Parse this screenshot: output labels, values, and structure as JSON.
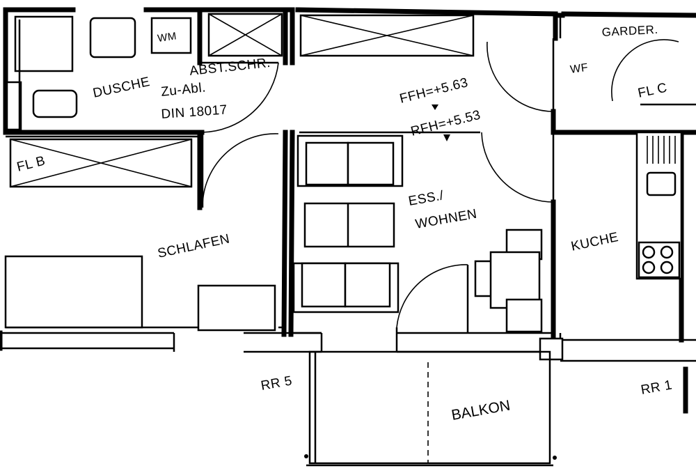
{
  "rooms": {
    "dusche": "DUSCHE",
    "wm": "WM",
    "abst_schr": "ABST.SCHR.",
    "zu_abl": "Zu-Abl.",
    "din": "DIN 18017",
    "garder": "GARDER.",
    "wf": "WF",
    "fl_c": "FL C",
    "fl_b": "FL B",
    "schlafen": "SCHLAFEN",
    "ess_wohnen_1": "ESS./",
    "ess_wohnen_2": "WOHNEN",
    "kuche": "KUCHE",
    "balkon": "BALKON"
  },
  "levels": {
    "ffh": "FFH=+5.63",
    "rfh": "RFH=+5.53"
  },
  "markers": {
    "rr5": "RR 5",
    "rr1": "RR 1"
  }
}
